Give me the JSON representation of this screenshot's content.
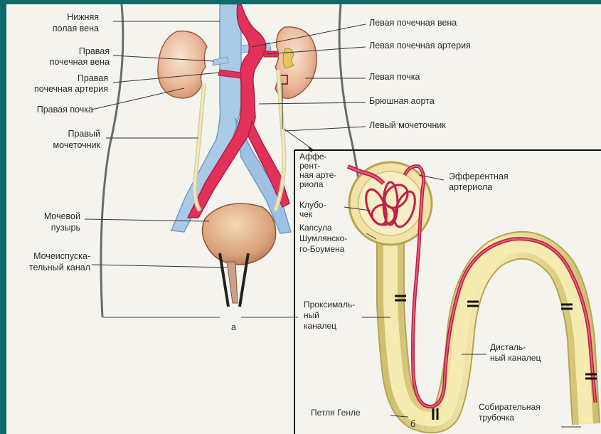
{
  "figure_a": {
    "panel_letter": "а",
    "labels": {
      "lower_vena_cava": [
        "Нижняя",
        "полая вена"
      ],
      "right_renal_vein": [
        "Правая",
        "почечная вена"
      ],
      "right_renal_artery": [
        "Правая",
        "почечная артерия"
      ],
      "right_kidney": [
        "Правая почка"
      ],
      "right_ureter": [
        "Правый",
        "мочеточник"
      ],
      "bladder": [
        "Мочевой",
        "пузырь"
      ],
      "urethra": [
        "Мочеиспуска-",
        "тельный канал"
      ],
      "left_renal_vein": [
        "Левая почечная вена"
      ],
      "left_renal_artery": [
        "Левая почечная артерия"
      ],
      "left_kidney": [
        "Левая почка"
      ],
      "abdominal_aorta": [
        "Брюшная аорта"
      ],
      "left_ureter": [
        "Левый мочеточник"
      ]
    }
  },
  "figure_b": {
    "panel_letter": "б",
    "labels": {
      "afferent_arteriole": [
        "Аффе-",
        "рент-",
        "ная арте-",
        "риола"
      ],
      "efferent_arteriole": [
        "Эфферентная",
        "артериола"
      ],
      "glomerulus": [
        "Клубо-",
        "чек"
      ],
      "capsule": [
        "Капсула",
        "Шумлянско-",
        "го-Боумена"
      ],
      "proximal_tubule": [
        "Проксималь-",
        "ный",
        "каналец"
      ],
      "distal_tubule": [
        "Дисталь-",
        "ный каналец"
      ],
      "loop_of_henle": [
        "Петля Генле"
      ],
      "collecting_duct": [
        "Собирательная",
        "трубочка"
      ]
    }
  }
}
